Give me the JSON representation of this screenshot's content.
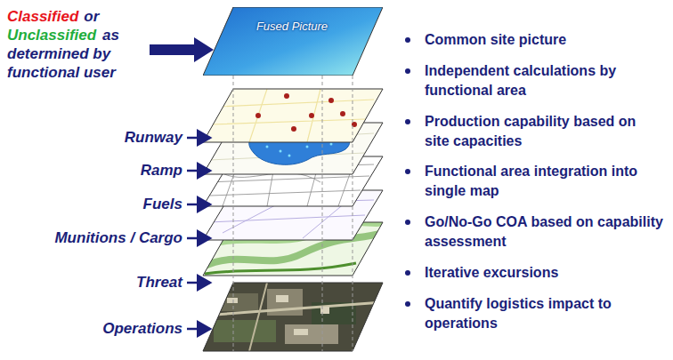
{
  "diagram": {
    "nodes": [
      {
        "text": [
          "Fused Picture"
        ]
      }
    ],
    "labels": [
      "Classified",
      "or",
      "Unclassified",
      "as determined by functional user",
      "Runway",
      "Ramp",
      "Fuels",
      "Munitions / Cargo",
      "Threat",
      "Operations",
      "Common site picture",
      "Independent calculations by functional area",
      "Production capability based on site capacities",
      "Functional area integration into single map",
      "Go/No-Go COA based on capability assessment",
      "Iterative excursions",
      "Quantify logistics impact to operations"
    ]
  }
}
